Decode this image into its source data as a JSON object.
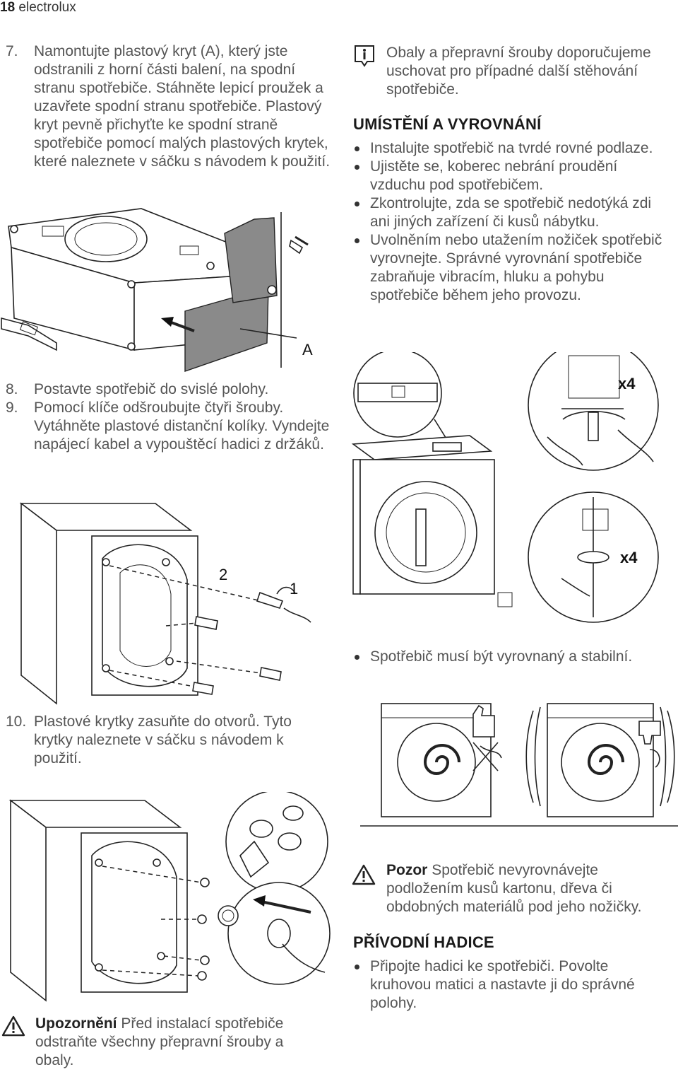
{
  "header": {
    "page_number": "18",
    "brand": "electrolux"
  },
  "step7": {
    "number": "7.",
    "text": "Namontujte plastový kryt (A), který jste odstranili z horní části balení, na spodní stranu spotřebiče. Stáhněte lepicí proužek a uzavřete spodní stranu spotřebiče. Plastový kryt pevně přichyťte ke spodní straně spotřebiče pomocí malých plastových krytek, které naleznete v sáčku s návodem k použití.",
    "figure_label": "A"
  },
  "info_note": {
    "icon": "info-icon",
    "text": "Obaly a přepravní šrouby doporučujeme uschovat pro případné další stěhování spotřebiče."
  },
  "placement": {
    "heading": "UMÍSTĚNÍ A VYROVNÁNÍ",
    "bullets": [
      "Instalujte spotřebič na tvrdé rovné podlaze.",
      "Ujistěte se, koberec nebrání proudění vzduchu pod spotřebičem.",
      "Zkontrolujte, zda se spotřebič nedotýká zdi ani jiných zařízení či kusů nábytku.",
      "Uvolněním nebo utažením nožiček spotřebič vyrovnejte. Správné vyrovnání spotřebiče zabraňuje vibracím, hluku a pohybu spotřebiče během jeho provozu."
    ],
    "figure_labels": {
      "x4_top": "x4",
      "x4_bottom": "x4"
    }
  },
  "step8": {
    "number": "8.",
    "text": "Postavte spotřebič do svislé polohy."
  },
  "step9": {
    "number": "9.",
    "text": "Pomocí klíče odšroubujte čtyři šrouby. Vytáhněte plastové distanční kolíky. Vyndejte napájecí kabel a vypouštěcí hadici z držáků.",
    "figure_labels": {
      "one": "1",
      "two": "2"
    }
  },
  "stable_bullet": "Spotřebič musí být vyrovnaný a stabilní.",
  "step10": {
    "number": "10.",
    "text": "Plastové krytky zasuňte do otvorů. Tyto krytky naleznete v sáčku s návodem k použití."
  },
  "caution": {
    "icon": "warning-icon",
    "label": "Pozor",
    "text": "Spotřebič nevyrovnávejte podložením kusů kartonu, dřeva či obdobných materiálů pod jeho nožičky."
  },
  "inlet": {
    "heading": "PŘÍVODNÍ HADICE",
    "bullets": [
      "Připojte hadici ke spotřebiči. Povolte kruhovou matici a nastavte ji do správné polohy."
    ]
  },
  "warning": {
    "icon": "warning-icon",
    "label": "Upozornění",
    "text": "Před instalací spotřebiče odstraňte všechny přepravní šrouby a obaly."
  }
}
